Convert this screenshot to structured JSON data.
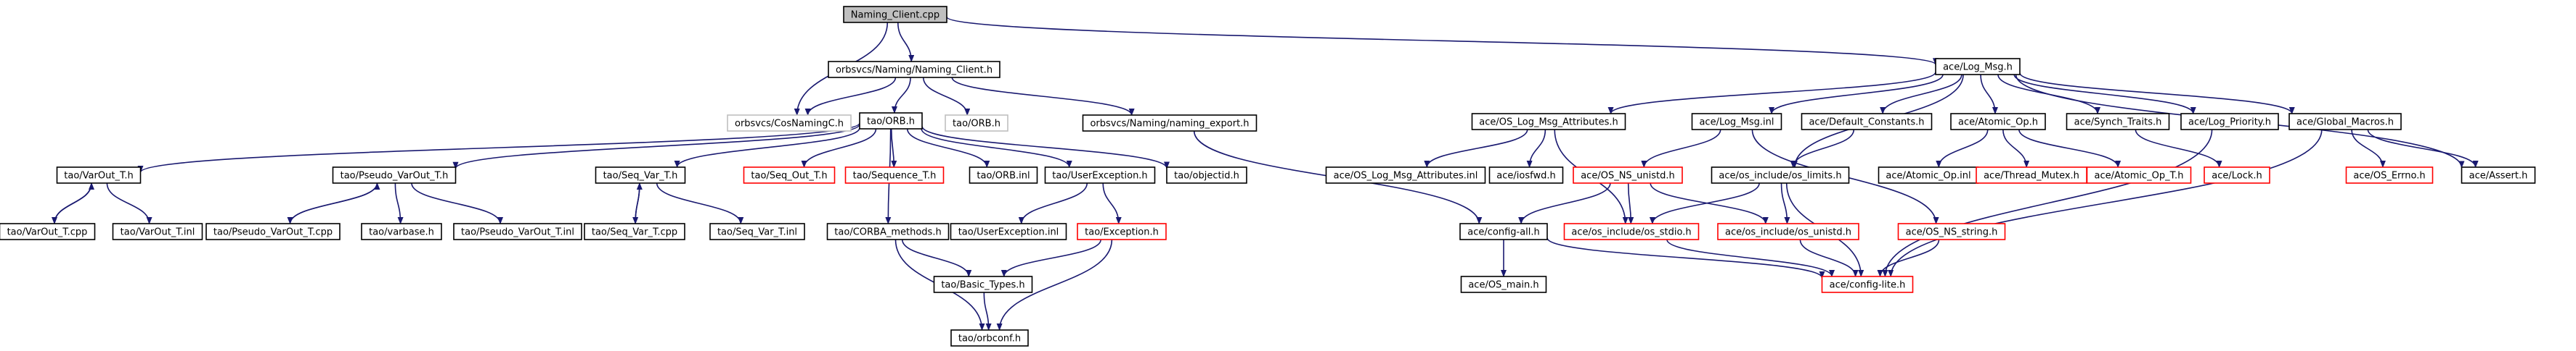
{
  "diagram": {
    "colors": {
      "edge": "#191970",
      "border_normal": "#000000",
      "border_external": "#bfbfbf",
      "border_red": "#ff0000",
      "fill_root": "#bfbfbf",
      "fill_normal": "#ffffff",
      "text": "#000000"
    },
    "nodes": [
      {
        "id": "naming_client_cpp",
        "label": "Naming_Client.cpp",
        "style": "root"
      },
      {
        "id": "cosnamingc_h",
        "label": "orbsvcs/CosNamingC.h",
        "style": "external"
      },
      {
        "id": "naming_client_h",
        "label": "orbsvcs/Naming/Naming_Client.h",
        "style": "normal"
      },
      {
        "id": "log_msg_h",
        "label": "ace/Log_Msg.h",
        "style": "normal"
      },
      {
        "id": "orb_h",
        "label": "tao/ORB.h",
        "style": "normal"
      },
      {
        "id": "tao_orb_h",
        "label": "tao/ORB.h",
        "style": "external"
      },
      {
        "id": "naming_export_h",
        "label": "orbsvcs/Naming/naming_export.h",
        "style": "normal"
      },
      {
        "id": "varout_t_h",
        "label": "tao/VarOut_T.h",
        "style": "normal"
      },
      {
        "id": "pseudo_varout_t_h",
        "label": "tao/Pseudo_VarOut_T.h",
        "style": "normal"
      },
      {
        "id": "seq_var_t_h",
        "label": "tao/Seq_Var_T.h",
        "style": "normal"
      },
      {
        "id": "seq_out_t_h",
        "label": "tao/Seq_Out_T.h",
        "style": "red"
      },
      {
        "id": "sequence_t_h",
        "label": "tao/Sequence_T.h",
        "style": "red"
      },
      {
        "id": "orb_inl",
        "label": "tao/ORB.inl",
        "style": "normal"
      },
      {
        "id": "userexception_h",
        "label": "tao/UserException.h",
        "style": "normal"
      },
      {
        "id": "objectid_h",
        "label": "tao/objectid.h",
        "style": "normal"
      },
      {
        "id": "varout_t_cpp",
        "label": "tao/VarOut_T.cpp",
        "style": "normal"
      },
      {
        "id": "varout_t_inl",
        "label": "tao/VarOut_T.inl",
        "style": "normal"
      },
      {
        "id": "pseudo_varout_t_cpp",
        "label": "tao/Pseudo_VarOut_T.cpp",
        "style": "normal"
      },
      {
        "id": "varbase_h",
        "label": "tao/varbase.h",
        "style": "normal"
      },
      {
        "id": "pseudo_varout_t_inl",
        "label": "tao/Pseudo_VarOut_T.inl",
        "style": "normal"
      },
      {
        "id": "seq_var_t_cpp",
        "label": "tao/Seq_Var_T.cpp",
        "style": "normal"
      },
      {
        "id": "seq_var_t_inl",
        "label": "tao/Seq_Var_T.inl",
        "style": "normal"
      },
      {
        "id": "corba_methods_h",
        "label": "tao/CORBA_methods.h",
        "style": "normal"
      },
      {
        "id": "userexception_inl",
        "label": "tao/UserException.inl",
        "style": "normal"
      },
      {
        "id": "exception_h",
        "label": "tao/Exception.h",
        "style": "red"
      },
      {
        "id": "basic_types_h",
        "label": "tao/Basic_Types.h",
        "style": "normal"
      },
      {
        "id": "orbconf_h",
        "label": "tao/orbconf.h",
        "style": "normal"
      },
      {
        "id": "os_log_msg_attributes_h",
        "label": "ace/OS_Log_Msg_Attributes.h",
        "style": "normal"
      },
      {
        "id": "log_msg_inl",
        "label": "ace/Log_Msg.inl",
        "style": "normal"
      },
      {
        "id": "default_constants_h",
        "label": "ace/Default_Constants.h",
        "style": "normal"
      },
      {
        "id": "atomic_op_h",
        "label": "ace/Atomic_Op.h",
        "style": "normal"
      },
      {
        "id": "synch_traits_h",
        "label": "ace/Synch_Traits.h",
        "style": "normal"
      },
      {
        "id": "log_priority_h",
        "label": "ace/Log_Priority.h",
        "style": "normal"
      },
      {
        "id": "global_macros_h",
        "label": "ace/Global_Macros.h",
        "style": "normal"
      },
      {
        "id": "os_log_msg_attributes_inl",
        "label": "ace/OS_Log_Msg_Attributes.inl",
        "style": "normal"
      },
      {
        "id": "iosfwd_h",
        "label": "ace/iosfwd.h",
        "style": "normal"
      },
      {
        "id": "os_ns_unistd_h",
        "label": "ace/OS_NS_unistd.h",
        "style": "red"
      },
      {
        "id": "os_include_limits_h",
        "label": "ace/os_include/os_limits.h",
        "style": "normal"
      },
      {
        "id": "atomic_op_inl",
        "label": "ace/Atomic_Op.inl",
        "style": "normal"
      },
      {
        "id": "thread_mutex_h",
        "label": "ace/Thread_Mutex.h",
        "style": "red"
      },
      {
        "id": "atomic_op_t_h",
        "label": "ace/Atomic_Op_T.h",
        "style": "red"
      },
      {
        "id": "lock_h",
        "label": "ace/Lock.h",
        "style": "red"
      },
      {
        "id": "os_errno_h",
        "label": "ace/OS_Errno.h",
        "style": "red"
      },
      {
        "id": "assert_h",
        "label": "ace/Assert.h",
        "style": "normal"
      },
      {
        "id": "config_all_h",
        "label": "ace/config-all.h",
        "style": "normal"
      },
      {
        "id": "os_include_stdio_h",
        "label": "ace/os_include/os_stdio.h",
        "style": "red"
      },
      {
        "id": "os_include_unistd_h",
        "label": "ace/os_include/os_unistd.h",
        "style": "red"
      },
      {
        "id": "os_ns_string_h",
        "label": "ace/OS_NS_string.h",
        "style": "red"
      },
      {
        "id": "os_main_h",
        "label": "ace/OS_main.h",
        "style": "normal"
      },
      {
        "id": "config_lite_h",
        "label": "ace/config-lite.h",
        "style": "red"
      }
    ],
    "edges": [
      [
        "naming_client_cpp",
        "cosnamingc_h"
      ],
      [
        "naming_client_cpp",
        "naming_client_h"
      ],
      [
        "naming_client_cpp",
        "log_msg_h"
      ],
      [
        "naming_client_h",
        "cosnamingc_h"
      ],
      [
        "naming_client_h",
        "orb_h"
      ],
      [
        "naming_client_h",
        "tao_orb_h"
      ],
      [
        "naming_client_h",
        "naming_export_h"
      ],
      [
        "orb_h",
        "varout_t_h"
      ],
      [
        "orb_h",
        "pseudo_varout_t_h"
      ],
      [
        "orb_h",
        "seq_var_t_h"
      ],
      [
        "orb_h",
        "seq_out_t_h"
      ],
      [
        "orb_h",
        "sequence_t_h"
      ],
      [
        "orb_h",
        "orb_inl"
      ],
      [
        "orb_h",
        "userexception_h"
      ],
      [
        "orb_h",
        "objectid_h"
      ],
      [
        "orb_h",
        "corba_methods_h"
      ],
      [
        "varout_t_h",
        "varout_t_cpp"
      ],
      [
        "varout_t_cpp",
        "varout_t_h"
      ],
      [
        "varout_t_h",
        "varout_t_inl"
      ],
      [
        "pseudo_varout_t_h",
        "pseudo_varout_t_cpp"
      ],
      [
        "pseudo_varout_t_cpp",
        "pseudo_varout_t_h"
      ],
      [
        "pseudo_varout_t_h",
        "varbase_h"
      ],
      [
        "pseudo_varout_t_h",
        "pseudo_varout_t_inl"
      ],
      [
        "seq_var_t_h",
        "seq_var_t_cpp"
      ],
      [
        "seq_var_t_cpp",
        "seq_var_t_h"
      ],
      [
        "seq_var_t_h",
        "seq_var_t_inl"
      ],
      [
        "userexception_h",
        "userexception_inl"
      ],
      [
        "userexception_h",
        "exception_h"
      ],
      [
        "corba_methods_h",
        "basic_types_h"
      ],
      [
        "corba_methods_h",
        "orbconf_h"
      ],
      [
        "exception_h",
        "basic_types_h"
      ],
      [
        "exception_h",
        "orbconf_h"
      ],
      [
        "basic_types_h",
        "orbconf_h"
      ],
      [
        "naming_export_h",
        "config_all_h"
      ],
      [
        "log_msg_h",
        "os_log_msg_attributes_h"
      ],
      [
        "log_msg_h",
        "log_msg_inl"
      ],
      [
        "log_msg_h",
        "default_constants_h"
      ],
      [
        "log_msg_h",
        "atomic_op_h"
      ],
      [
        "log_msg_h",
        "synch_traits_h"
      ],
      [
        "log_msg_h",
        "log_priority_h"
      ],
      [
        "log_msg_h",
        "global_macros_h"
      ],
      [
        "log_msg_h",
        "assert_h"
      ],
      [
        "log_msg_h",
        "os_include_limits_h"
      ],
      [
        "os_log_msg_attributes_h",
        "os_log_msg_attributes_inl"
      ],
      [
        "os_log_msg_attributes_h",
        "iosfwd_h"
      ],
      [
        "os_log_msg_attributes_h",
        "os_include_stdio_h"
      ],
      [
        "log_msg_inl",
        "os_ns_unistd_h"
      ],
      [
        "log_msg_inl",
        "os_ns_string_h"
      ],
      [
        "default_constants_h",
        "os_include_limits_h"
      ],
      [
        "atomic_op_h",
        "atomic_op_inl"
      ],
      [
        "atomic_op_h",
        "thread_mutex_h"
      ],
      [
        "atomic_op_h",
        "atomic_op_t_h"
      ],
      [
        "synch_traits_h",
        "lock_h"
      ],
      [
        "log_priority_h",
        "config_lite_h"
      ],
      [
        "global_macros_h",
        "os_errno_h"
      ],
      [
        "global_macros_h",
        "assert_h"
      ],
      [
        "global_macros_h",
        "config_lite_h"
      ],
      [
        "os_ns_unistd_h",
        "config_all_h"
      ],
      [
        "os_ns_unistd_h",
        "os_include_stdio_h"
      ],
      [
        "os_ns_unistd_h",
        "os_include_unistd_h"
      ],
      [
        "os_include_limits_h",
        "os_include_stdio_h"
      ],
      [
        "os_include_limits_h",
        "os_include_unistd_h"
      ],
      [
        "os_include_limits_h",
        "config_lite_h"
      ],
      [
        "config_all_h",
        "os_main_h"
      ],
      [
        "config_all_h",
        "config_lite_h"
      ],
      [
        "os_include_stdio_h",
        "config_lite_h"
      ],
      [
        "os_include_unistd_h",
        "config_lite_h"
      ],
      [
        "os_ns_string_h",
        "config_lite_h"
      ]
    ]
  }
}
